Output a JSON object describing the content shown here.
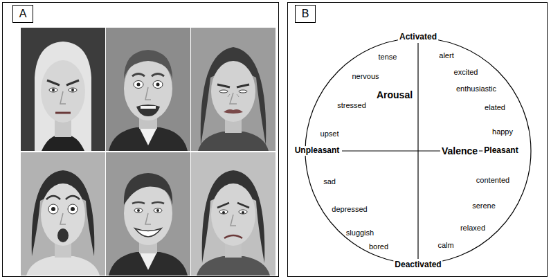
{
  "diagram": {
    "nodes": [
      {
        "text": [
          "A"
        ]
      },
      {
        "text": [
          "B"
        ]
      }
    ],
    "labels": [
      "Activated",
      "Deactivated",
      "Unpleasant",
      "Pleasant",
      "Arousal",
      "Valence",
      "tense",
      "nervous",
      "stressed",
      "upset",
      "sad",
      "depressed",
      "sluggish",
      "bored",
      "alert",
      "excited",
      "enthusiastic",
      "elated",
      "happy",
      "contented",
      "serene",
      "relaxed",
      "calm"
    ]
  }
}
